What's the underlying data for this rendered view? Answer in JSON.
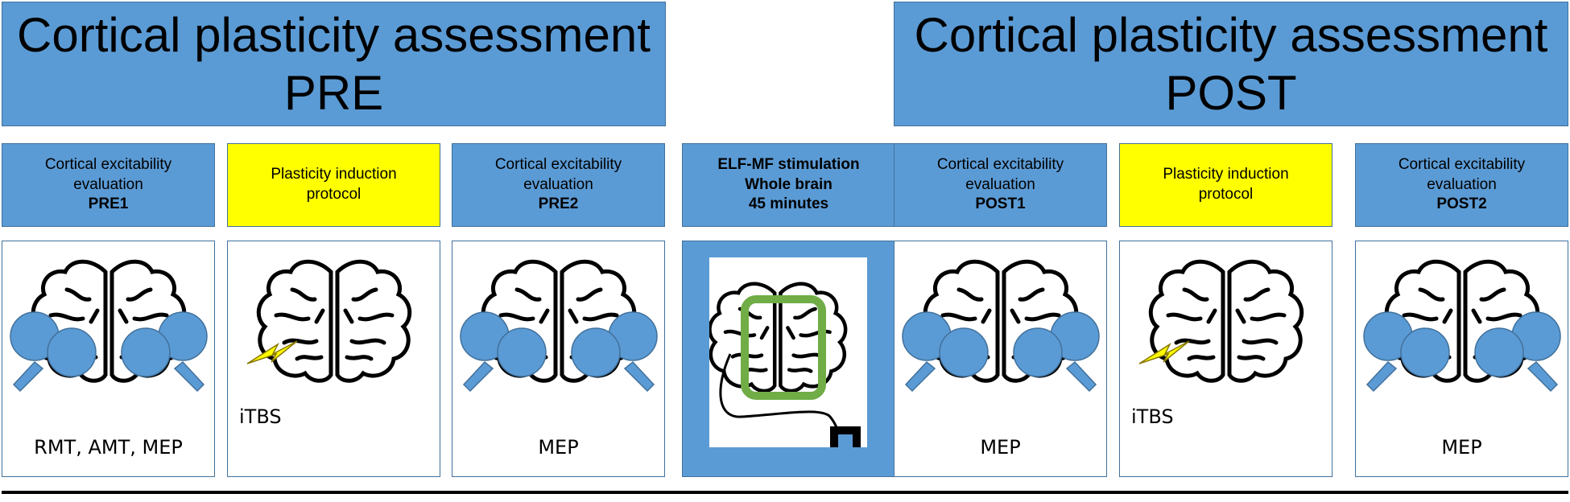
{
  "headers": {
    "pre": {
      "line1": "Cortical plasticity assessment",
      "line2": "PRE"
    },
    "post": {
      "line1": "Cortical plasticity assessment",
      "line2": "POST"
    }
  },
  "columns": [
    {
      "line1": "Cortical excitability",
      "line2": "evaluation",
      "bold": "PRE1",
      "caption": "RMT, AMT, MEP",
      "type": "coils"
    },
    {
      "line1": "Plasticity induction",
      "line2": "protocol",
      "bold": "",
      "caption": "iTBS",
      "type": "itbs"
    },
    {
      "line1": "Cortical excitability",
      "line2": "evaluation",
      "bold": "PRE2",
      "caption": "MEP",
      "type": "coils"
    },
    {
      "line1": "ELF-MF stimulation",
      "line2": "Whole brain",
      "bold": "45 minutes",
      "caption": "",
      "type": "elf"
    },
    {
      "line1": "Cortical excitability",
      "line2": "evaluation",
      "bold": "POST1",
      "caption": "MEP",
      "type": "coils"
    },
    {
      "line1": "Plasticity induction",
      "line2": "protocol",
      "bold": "",
      "caption": "iTBS",
      "type": "itbs"
    },
    {
      "line1": "Cortical excitability",
      "line2": "evaluation",
      "bold": "POST2",
      "caption": "MEP",
      "type": "coils"
    }
  ],
  "colors": {
    "blue": "#5b9bd5",
    "yellow": "#ffff00",
    "green": "#70ad47"
  }
}
